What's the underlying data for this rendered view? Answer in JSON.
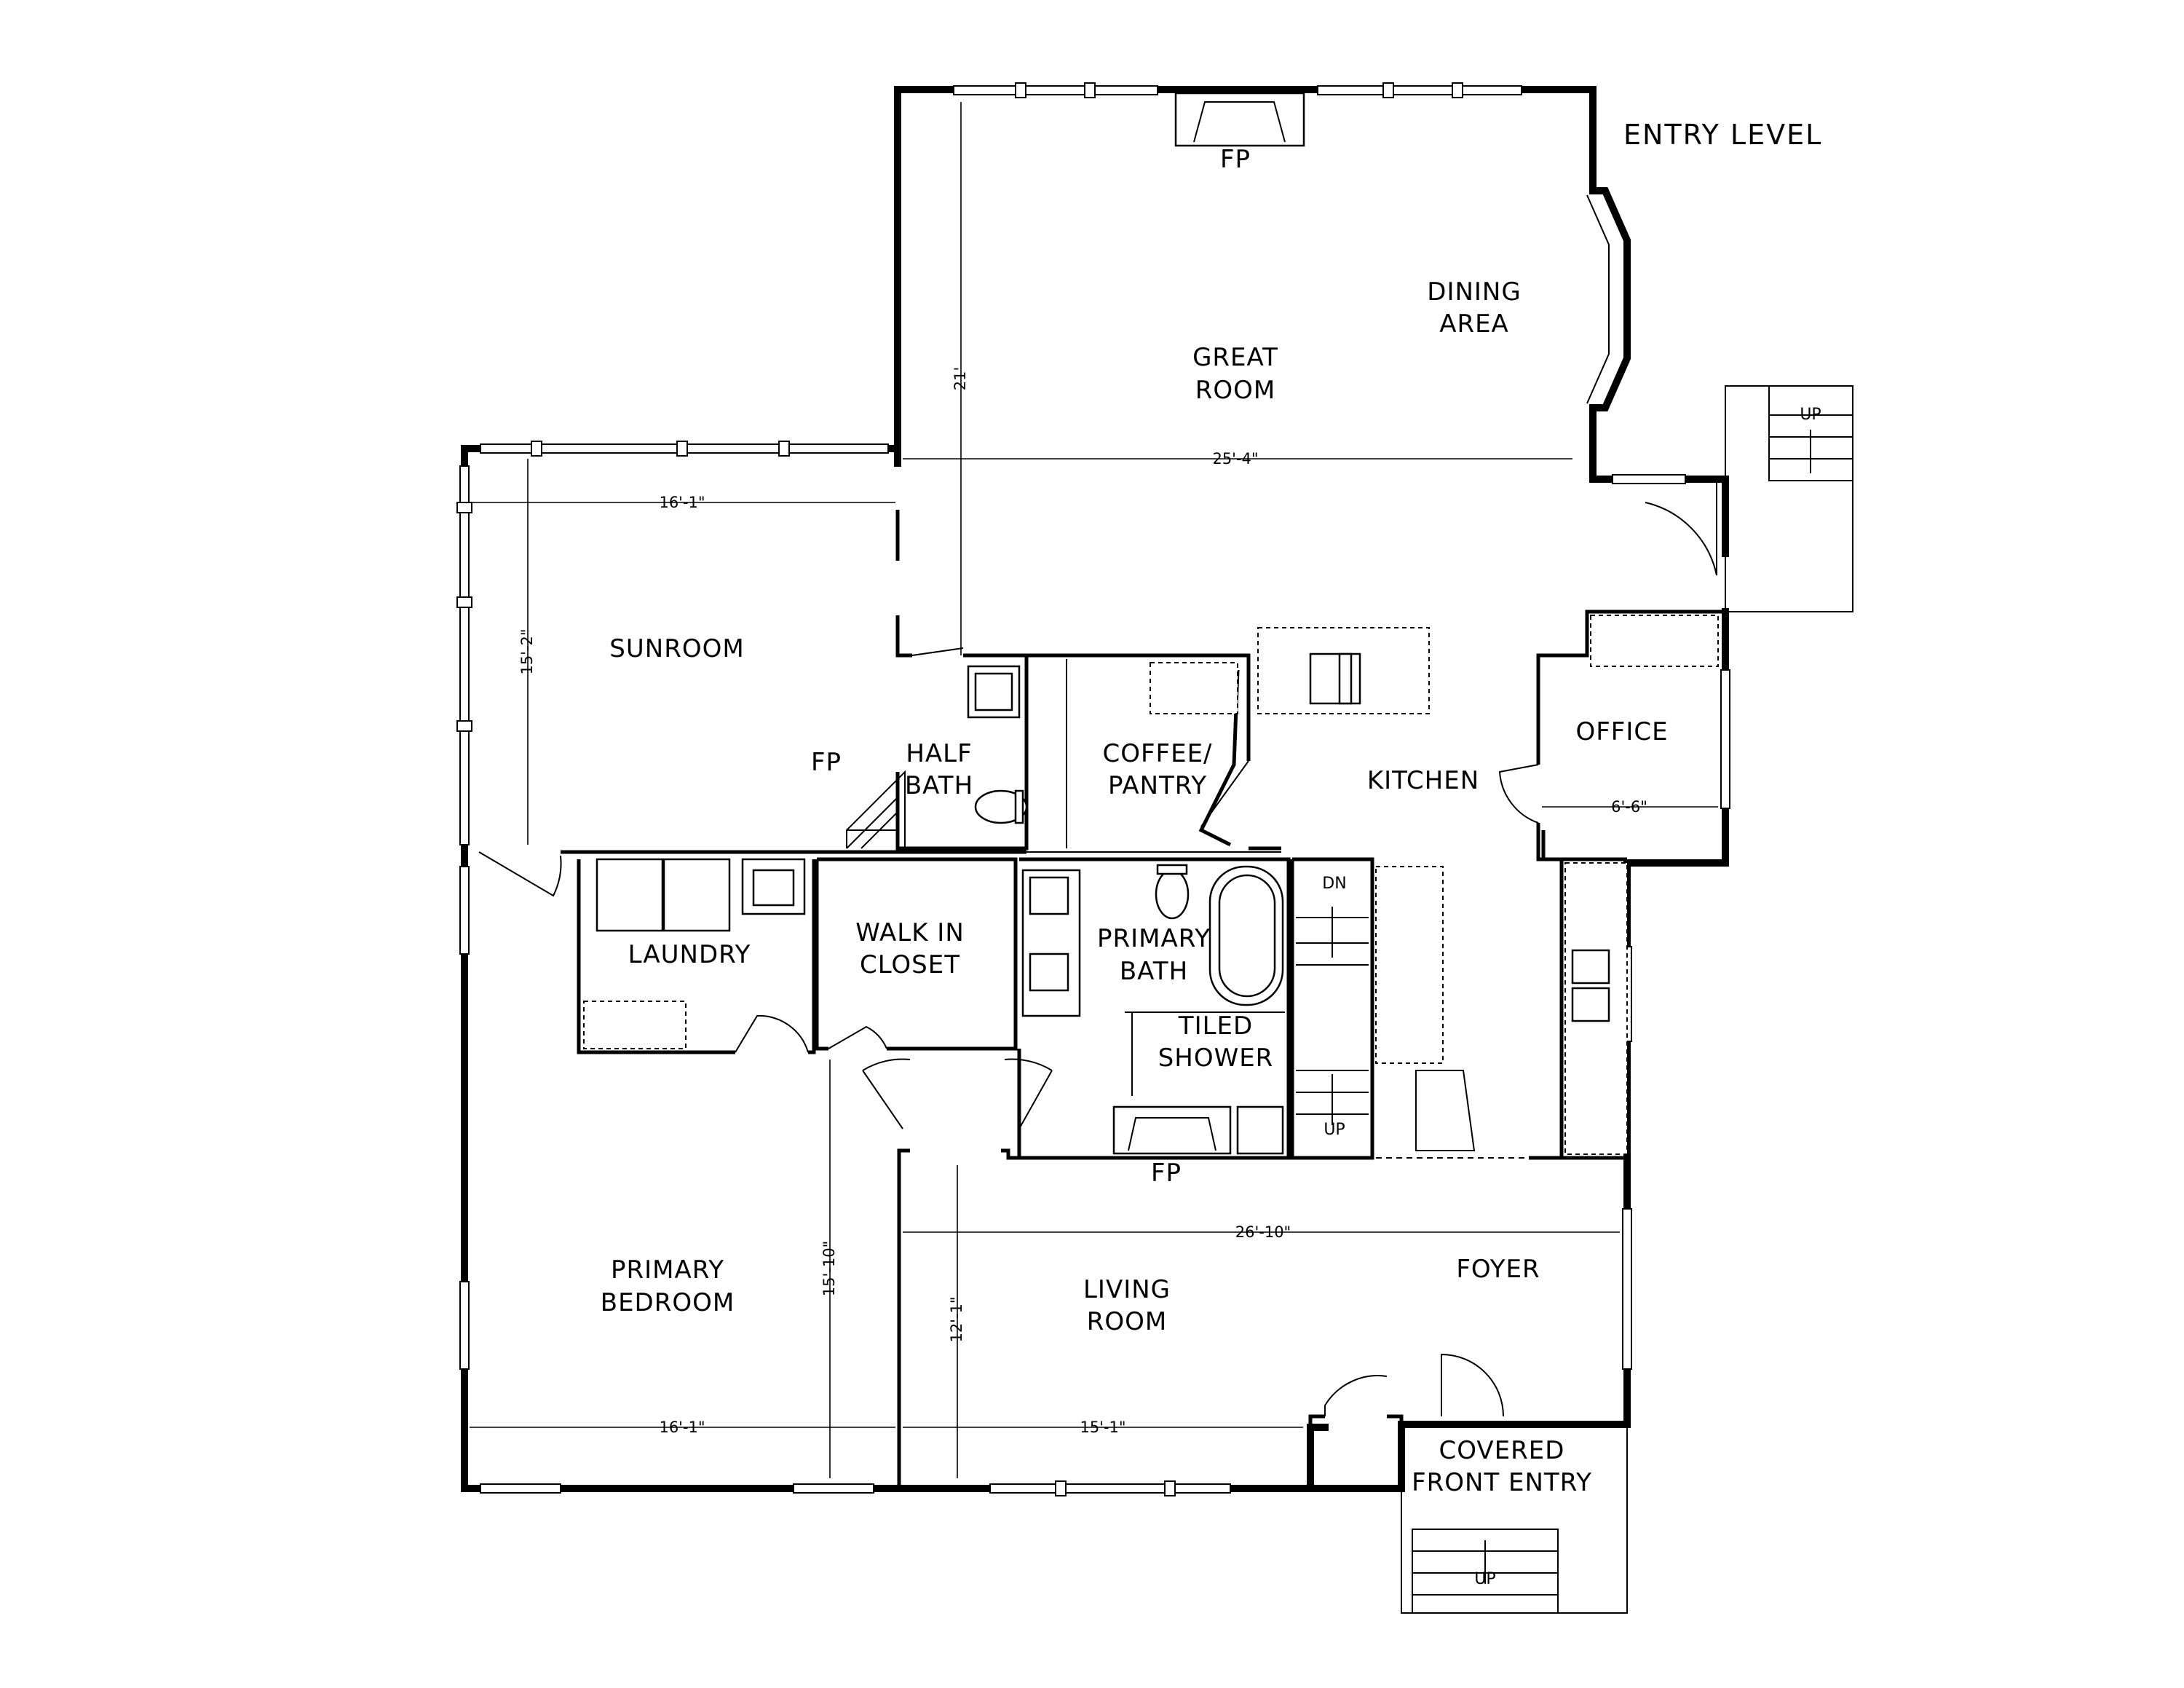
{
  "plan_title": "ENTRY LEVEL",
  "rooms": {
    "great_room": [
      "GREAT",
      "ROOM"
    ],
    "dining_area": [
      "DINING",
      "AREA"
    ],
    "sunroom": "SUNROOM",
    "half_bath": [
      "HALF",
      "BATH"
    ],
    "coffee_pantry": [
      "COFFEE/",
      "PANTRY"
    ],
    "kitchen": "KITCHEN",
    "office": "OFFICE",
    "laundry": "LAUNDRY",
    "walk_in_closet": [
      "WALK IN",
      "CLOSET"
    ],
    "primary_bath": [
      "PRIMARY",
      "BATH"
    ],
    "tiled_shower": [
      "TILED",
      "SHOWER"
    ],
    "primary_bedroom": [
      "PRIMARY",
      "BEDROOM"
    ],
    "living_room": [
      "LIVING",
      "ROOM"
    ],
    "foyer": "FOYER",
    "covered_front_entry": [
      "COVERED",
      "FRONT ENTRY"
    ]
  },
  "fireplace_labels": {
    "great_room": "FP",
    "sunroom": "FP",
    "living_room": "FP"
  },
  "stair_labels": {
    "rear_stair": "UP",
    "interior_down": "DN",
    "interior_up": "UP",
    "front_stair": "UP"
  },
  "dimensions": {
    "great_room_depth": "21'",
    "great_room_width": "25'-4\"",
    "sunroom_width": "16'-1\"",
    "sunroom_depth": "15'-2\"",
    "office_width": "6'-6\"",
    "living_width": "26'-10\"",
    "bedroom_depth": "15'-10\"",
    "living_depth": "12'-1\"",
    "bedroom_width": "16'-1\"",
    "living_room_width": "15'-1\""
  }
}
